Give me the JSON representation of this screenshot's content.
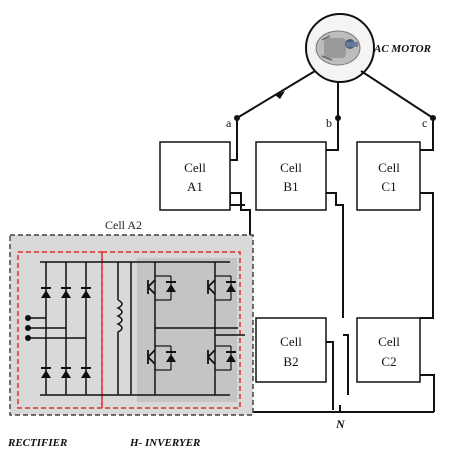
{
  "motor": {
    "label": "AC MOTOR"
  },
  "phases": {
    "a": "a",
    "b": "b",
    "c": "c"
  },
  "neutral": "N",
  "cells": {
    "a1": {
      "line1": "Cell",
      "line2": "A1"
    },
    "b1": {
      "line1": "Cell",
      "line2": "B1"
    },
    "c1": {
      "line1": "Cell",
      "line2": "C1"
    },
    "b2": {
      "line1": "Cell",
      "line2": "B2"
    },
    "c2": {
      "line1": "Cell",
      "line2": "C2"
    }
  },
  "detail": {
    "title": "Cell A2"
  },
  "captions": {
    "rectifier": "RECTIFIER",
    "inverter": "H- INVERYER"
  },
  "colors": {
    "wire": "#111111",
    "cell_fill": "#ffffff",
    "detail_fill": "#d9d9d9",
    "dash_red": "#e0302a",
    "dash_gray": "#444444",
    "motor_fill": "#e8e8e8"
  }
}
